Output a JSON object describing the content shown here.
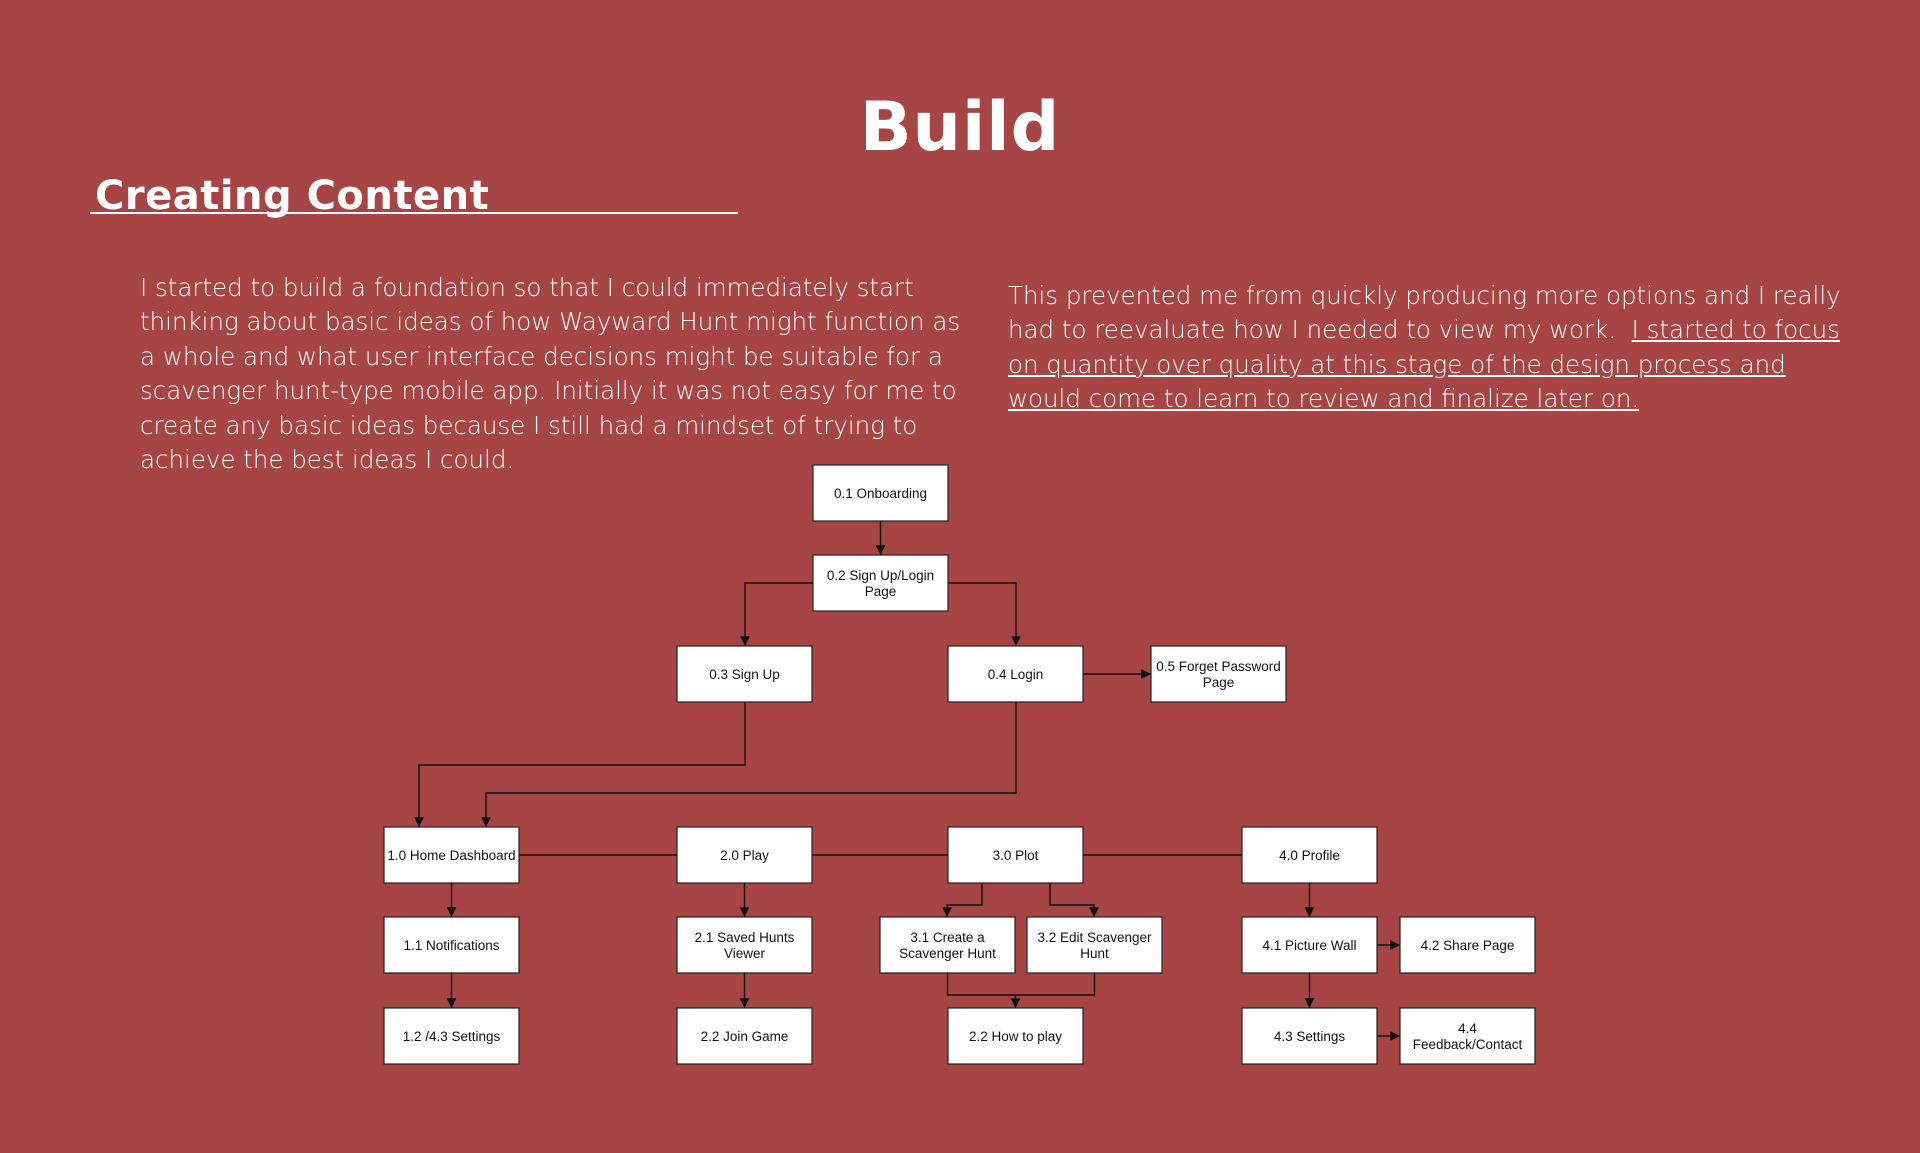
{
  "page": {
    "title": "Build",
    "section_heading": "Creating Content",
    "paragraph_left": "I started to build a foundation so that I could immediately start thinking about basic ideas of how Wayward Hunt might function as a whole and what user interface decisions might be suitable for a scavenger hunt-type mobile app.  Initially it was not easy for me to create any basic ideas because I still had a mindset of trying to achieve the best ideas I could.",
    "paragraph_right_plain": "This prevented me from quickly producing more options and I really had to reevaluate how I needed to view my work.",
    "paragraph_right_underlined": "I started to focus on quantity over quality at this stage of the design process and would come to learn to review and finalize later on."
  },
  "colors": {
    "background": "#a74444",
    "text": "#ffffff",
    "node_fill": "#ffffff",
    "node_border": "#222222"
  },
  "diagram": {
    "nodes": {
      "n01": [
        "0.1 Onboarding"
      ],
      "n02": [
        "0.2 Sign Up/Login",
        "Page"
      ],
      "n03": [
        "0.3 Sign Up"
      ],
      "n04": [
        "0.4 Login"
      ],
      "n05": [
        "0.5 Forget Password",
        "Page"
      ],
      "n10": [
        "1.0 Home Dashboard"
      ],
      "n20": [
        "2.0 Play"
      ],
      "n30": [
        "3.0 Plot"
      ],
      "n40": [
        "4.0 Profile"
      ],
      "n11": [
        "1.1 Notifications"
      ],
      "n21": [
        "2.1 Saved Hunts",
        "Viewer"
      ],
      "n31": [
        "3.1 Create a",
        "Scavenger Hunt"
      ],
      "n32": [
        "3.2 Edit Scavenger",
        "Hunt"
      ],
      "n41": [
        "4.1 Picture Wall"
      ],
      "n42": [
        "4.2 Share Page"
      ],
      "n12": [
        "1.2 /4.3 Settings"
      ],
      "n22": [
        "2.2 Join Game"
      ],
      "n22b": [
        "2.2 How to play"
      ],
      "n43": [
        "4.3 Settings"
      ],
      "n44": [
        "4.4",
        "Feedback/Contact"
      ]
    }
  }
}
